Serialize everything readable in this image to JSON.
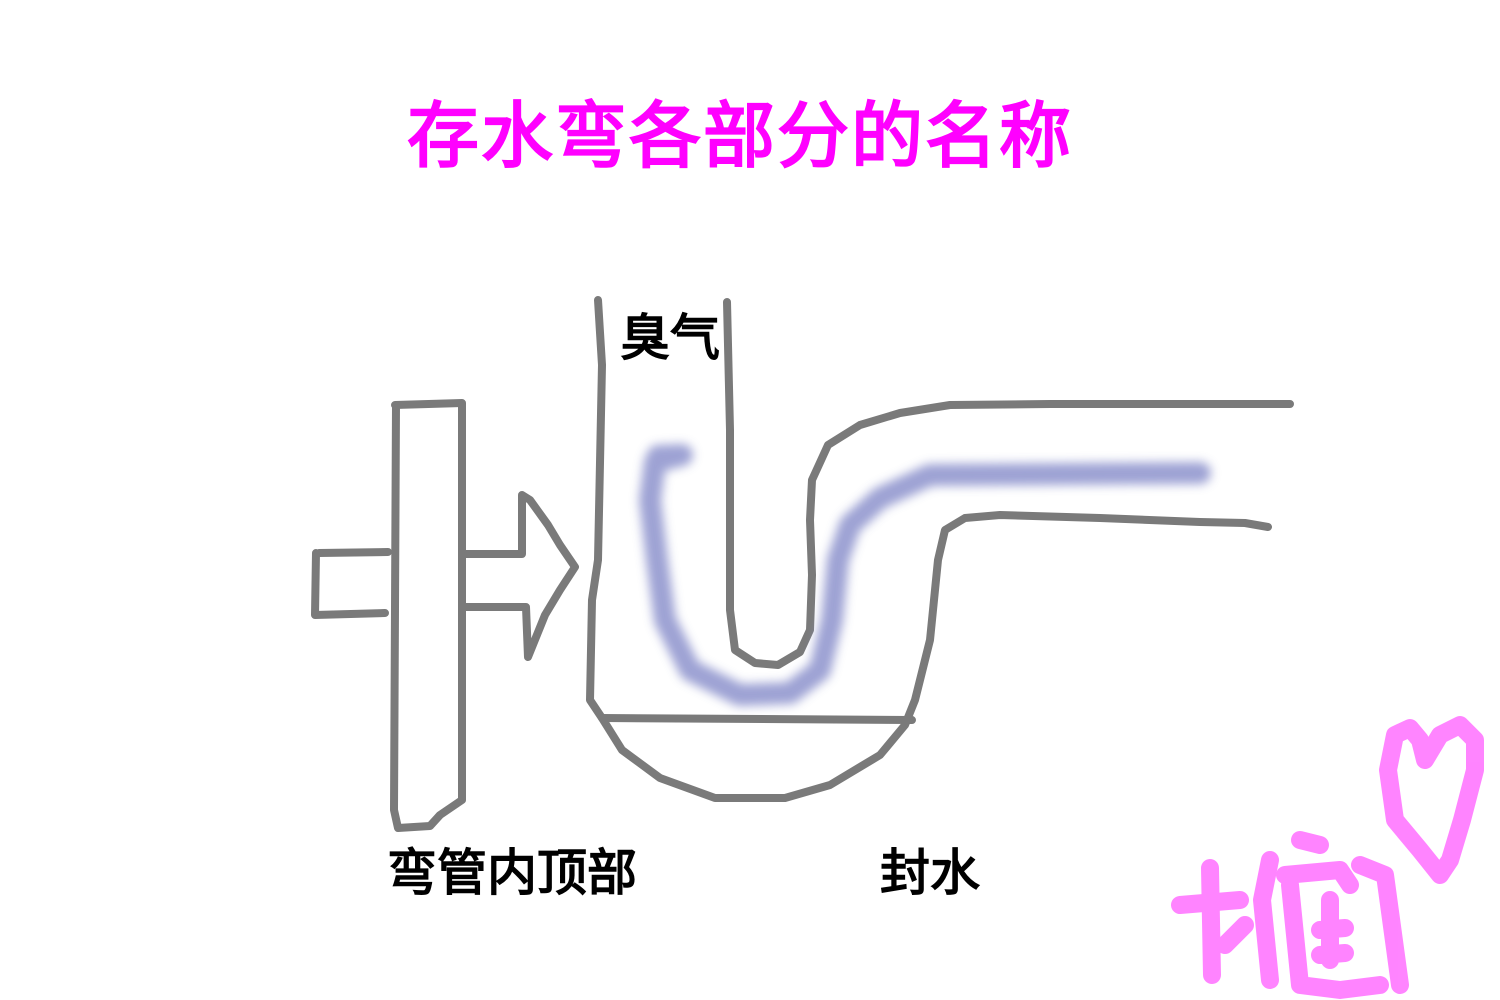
{
  "title": "存水弯各部分的名称",
  "labels": {
    "odor": "臭气",
    "bend_top": "弯管内顶部",
    "water_seal": "封水"
  },
  "signature": "梅",
  "colors": {
    "title": "#ff00ff",
    "pipe_outline": "#7a7a7a",
    "water_flow": "#8c92cc",
    "signature": "#ff66ff",
    "text": "#000000"
  }
}
